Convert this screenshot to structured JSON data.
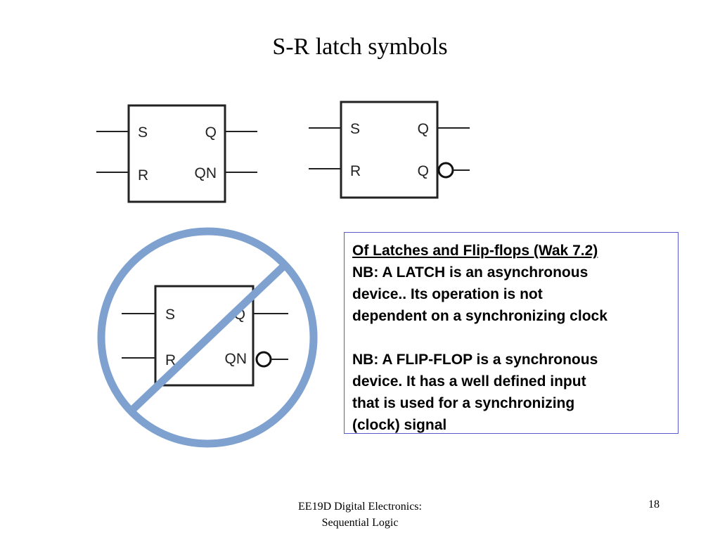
{
  "slide": {
    "title": "S-R latch symbols",
    "page_number": "18"
  },
  "latch1": {
    "s": "S",
    "r": "R",
    "q": "Q",
    "qn": "QN"
  },
  "latch2": {
    "s": "S",
    "r": "R",
    "q": "Q",
    "qbar": "Q"
  },
  "latch3": {
    "s": "S",
    "r": "R",
    "q": "Q",
    "qn": "QN"
  },
  "note": {
    "heading": "Of Latches and Flip-flops (Wak 7.2)",
    "latch_lines": [
      "NB: A LATCH is an asynchronous",
      "device.. Its operation is not",
      "dependent on a synchronizing clock"
    ],
    "flipflop_lines": [
      "NB: A FLIP-FLOP is a synchronous",
      "device. It has a well defined input",
      "that is used for a synchronizing",
      "(clock) signal"
    ]
  },
  "footer": {
    "course_line1": "EE19D Digital Electronics:",
    "course_line2": "Sequential Logic"
  },
  "colors": {
    "prohibition": "#7ea1cf",
    "note_border": "#5a5acb"
  }
}
